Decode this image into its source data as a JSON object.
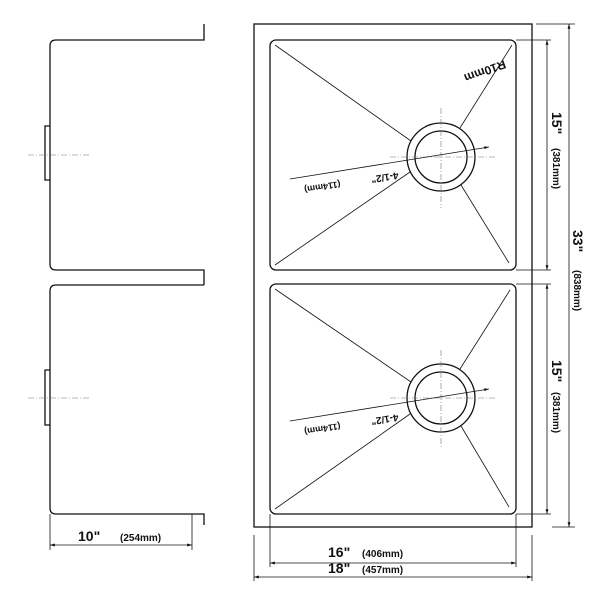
{
  "dimensions": {
    "side_width_in": "10\"",
    "side_width_mm": "(254mm)",
    "bowl_width_in": "16\"",
    "bowl_width_mm": "(406mm)",
    "overall_width_in": "18\"",
    "overall_width_mm": "(457mm)",
    "top_bowl_length_in": "15\"",
    "top_bowl_length_mm": "(381mm)",
    "bottom_bowl_length_in": "15\"",
    "bottom_bowl_length_mm": "(381mm)",
    "overall_length_in": "33\"",
    "overall_length_mm": "(838mm)",
    "corner_radius": "R10mm",
    "drain_in": "4-1/2\"",
    "drain_mm": "(114mm)"
  },
  "colors": {
    "line": "#111111",
    "background": "#ffffff"
  }
}
